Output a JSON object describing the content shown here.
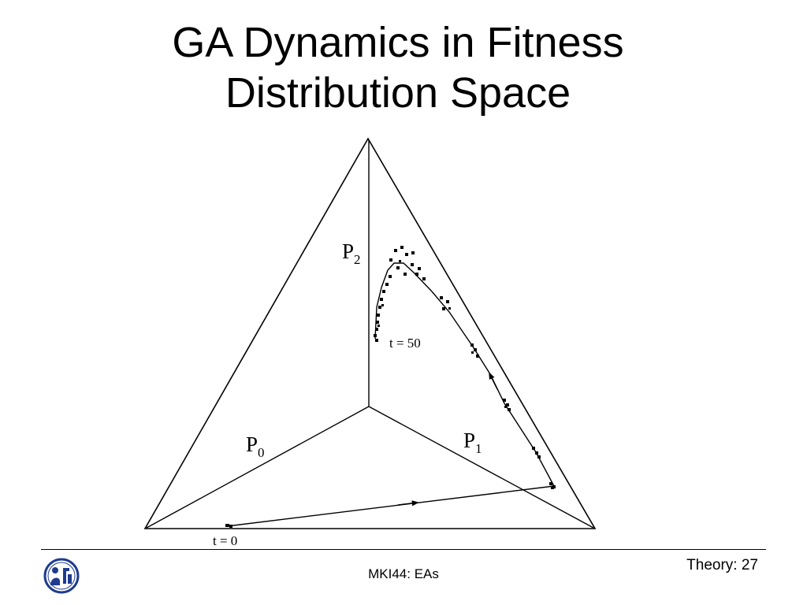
{
  "slide": {
    "title_line1": "GA Dynamics in Fitness",
    "title_line2": "Distribution Space"
  },
  "diagram": {
    "vertex_labels": {
      "p0": {
        "base": "P",
        "sub": "0"
      },
      "p1": {
        "base": "P",
        "sub": "1"
      },
      "p2": {
        "base": "P",
        "sub": "2"
      }
    },
    "time_labels": {
      "start": "t = 0",
      "end": "t = 50"
    }
  },
  "footer": {
    "center": "MKI44: EAs",
    "right": "Theory: 27"
  },
  "logo": {
    "icon": "university-logo-icon",
    "color": "#1f3b8f"
  }
}
